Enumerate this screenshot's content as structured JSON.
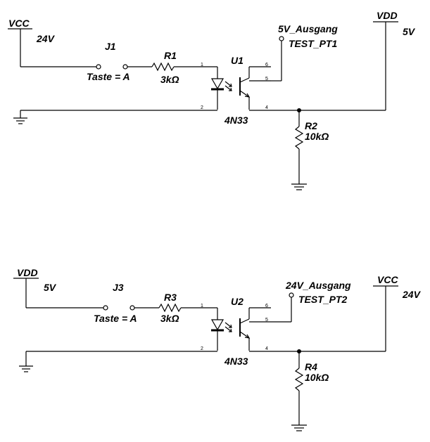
{
  "circuits": [
    {
      "supply_in": {
        "name": "VCC",
        "voltage": "24V"
      },
      "switch": {
        "ref": "J1",
        "value": "Taste = A"
      },
      "resistor": {
        "ref": "R1",
        "value": "3kΩ"
      },
      "optocoupler": {
        "ref": "U1",
        "part": "4N33",
        "pins": [
          "1",
          "2",
          "4",
          "5",
          "6"
        ]
      },
      "output": {
        "name": "5V_Ausgang",
        "testpoint": "TEST_PT1"
      },
      "supply_out": {
        "name": "VDD",
        "voltage": "5V"
      },
      "pulldown": {
        "ref": "R2",
        "value": "10kΩ"
      }
    },
    {
      "supply_in": {
        "name": "VDD",
        "voltage": "5V"
      },
      "switch": {
        "ref": "J3",
        "value": "Taste = A"
      },
      "resistor": {
        "ref": "R3",
        "value": "3kΩ"
      },
      "optocoupler": {
        "ref": "U2",
        "part": "4N33",
        "pins": [
          "1",
          "2",
          "4",
          "5",
          "6"
        ]
      },
      "output": {
        "name": "24V_Ausgang",
        "testpoint": "TEST_PT2"
      },
      "supply_out": {
        "name": "VCC",
        "voltage": "24V"
      },
      "pulldown": {
        "ref": "R4",
        "value": "10kΩ"
      }
    }
  ]
}
